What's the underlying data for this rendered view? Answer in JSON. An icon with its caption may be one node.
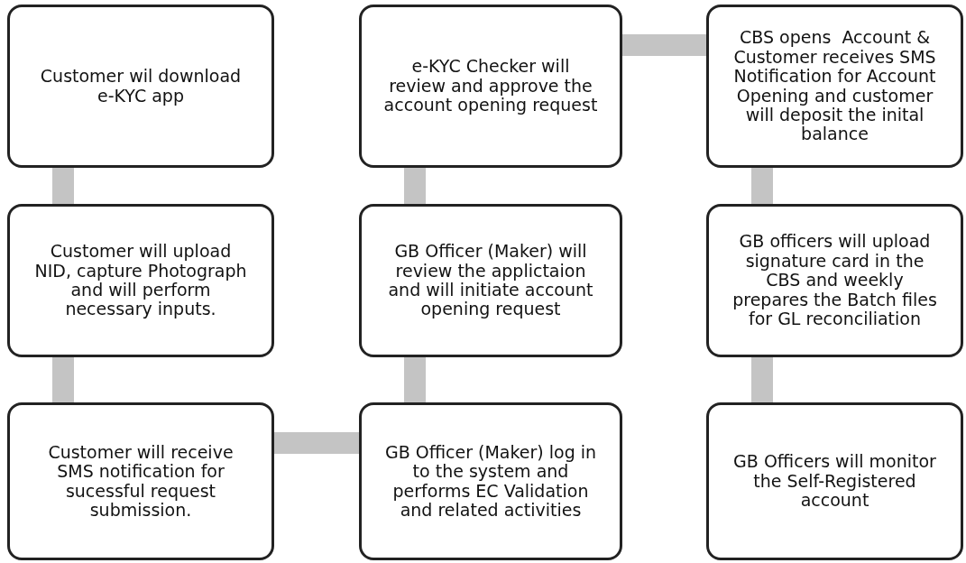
{
  "diagram": {
    "nodes": [
      {
        "text": [
          "Customer wil download e-KYC app"
        ]
      },
      {
        "text": [
          "e-KYC Checker will review and approve the account opening request"
        ]
      },
      {
        "text": [
          "CBS opens  Account & Customer receives SMS Notification for Account Opening and customer will deposit the inital balance"
        ]
      },
      {
        "text": [
          "Customer will upload NID, capture Photograph and will perform necessary inputs."
        ]
      },
      {
        "text": [
          "GB Officer (Maker) will review the applictaion and will initiate account opening request"
        ]
      },
      {
        "text": [
          "GB officers will upload signature card in the CBS and weekly prepares the Batch files for GL reconciliation"
        ]
      },
      {
        "text": [
          "Customer will receive SMS notification for sucessful request submission."
        ]
      },
      {
        "text": [
          "GB Officer (Maker) log in to the system and performs EC Validation and related activities"
        ]
      },
      {
        "text": [
          "GB Officers will monitor the Self-Registered account"
        ]
      }
    ],
    "edges": [
      {
        "from": 0,
        "to": 3,
        "arrow": "none"
      },
      {
        "from": 3,
        "to": 6,
        "arrow": "none"
      },
      {
        "from": 6,
        "to": 7,
        "arrow": "none"
      },
      {
        "from": 7,
        "to": 4,
        "arrow": "none"
      },
      {
        "from": 4,
        "to": 1,
        "arrow": "none"
      },
      {
        "from": 1,
        "to": 2,
        "arrow": "none"
      },
      {
        "from": 2,
        "to": 5,
        "arrow": "none"
      },
      {
        "from": 5,
        "to": 8,
        "arrow": "none"
      }
    ]
  }
}
